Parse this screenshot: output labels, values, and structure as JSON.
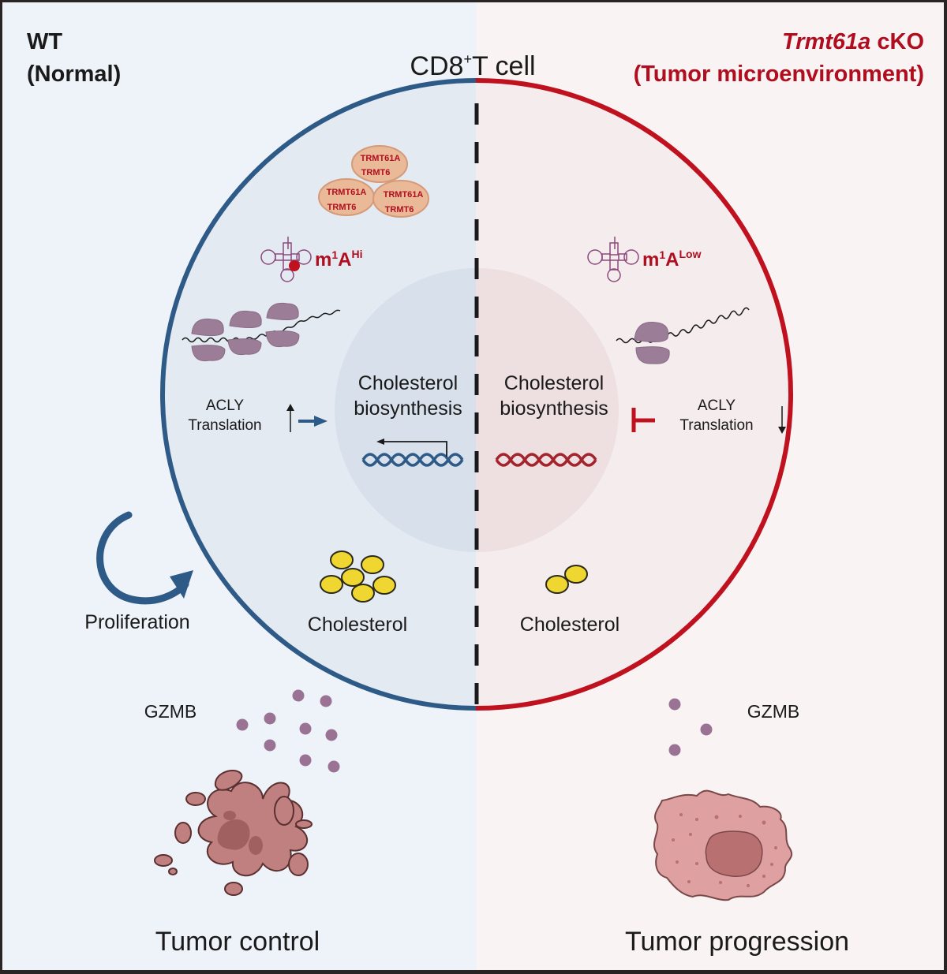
{
  "title": "CD8",
  "title_sup": "+",
  "title_rest": "T cell",
  "left_panel": {
    "heading_line1": "WT",
    "heading_line2": "(Normal)",
    "complexes": [
      {
        "line1": "TRMT61A",
        "line2": "TRMT6"
      },
      {
        "line1": "TRMT61A",
        "line2": "TRMT6"
      },
      {
        "line1": "TRMT61A",
        "line2": "TRMT6"
      }
    ],
    "m1a_base": "m",
    "m1a_sup": "1",
    "m1a_A": "A",
    "m1a_level": "Hi",
    "acly_line1": "ACLY",
    "acly_line2": "Translation",
    "acly_trend": "up",
    "nucleus_line1": "Cholesterol",
    "nucleus_line2": "biosynthesis",
    "cholesterol_label": "Cholesterol",
    "cholesterol_count": 6,
    "proliferation_label": "Proliferation",
    "gzmb_label": "GZMB",
    "gzmb_granule_count": 9,
    "outcome": "Tumor control"
  },
  "right_panel": {
    "heading_line1_italic": "Trmt61a",
    "heading_line1_rest": " cKO",
    "heading_line2": "(Tumor microenvironment)",
    "m1a_base": "m",
    "m1a_sup": "1",
    "m1a_A": "A",
    "m1a_level": "Low",
    "acly_line1": "ACLY",
    "acly_line2": "Translation",
    "acly_trend": "down",
    "nucleus_line1": "Cholesterol",
    "nucleus_line2": "biosynthesis",
    "cholesterol_label": "Cholesterol",
    "cholesterol_count": 2,
    "gzmb_label": "GZMB",
    "gzmb_granule_count": 3,
    "outcome": "Tumor progression"
  },
  "colors": {
    "wt_blue": "#2e5a87",
    "ko_red": "#c0111f",
    "left_bg": "#eef3f9",
    "right_bg": "#f9f3f3",
    "ribosome": "#9c7d98",
    "granule": "#9a7394",
    "cholesterol": "#f0d630",
    "tumor": "#c08080"
  }
}
